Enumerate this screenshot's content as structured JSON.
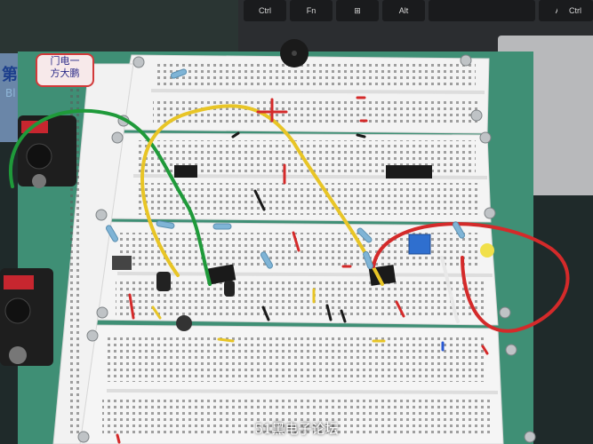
{
  "keyboard": {
    "keys": [
      "Ctrl",
      "Fn",
      "⊞",
      "Alt",
      "Alt",
      "Ctrl"
    ]
  },
  "label_card": {
    "line1": "门电一",
    "line2": "方大鹏"
  },
  "monitor": {
    "fragment1": "第",
    "fragment2": "Bl"
  },
  "watermark": "51黑电子论坛"
}
